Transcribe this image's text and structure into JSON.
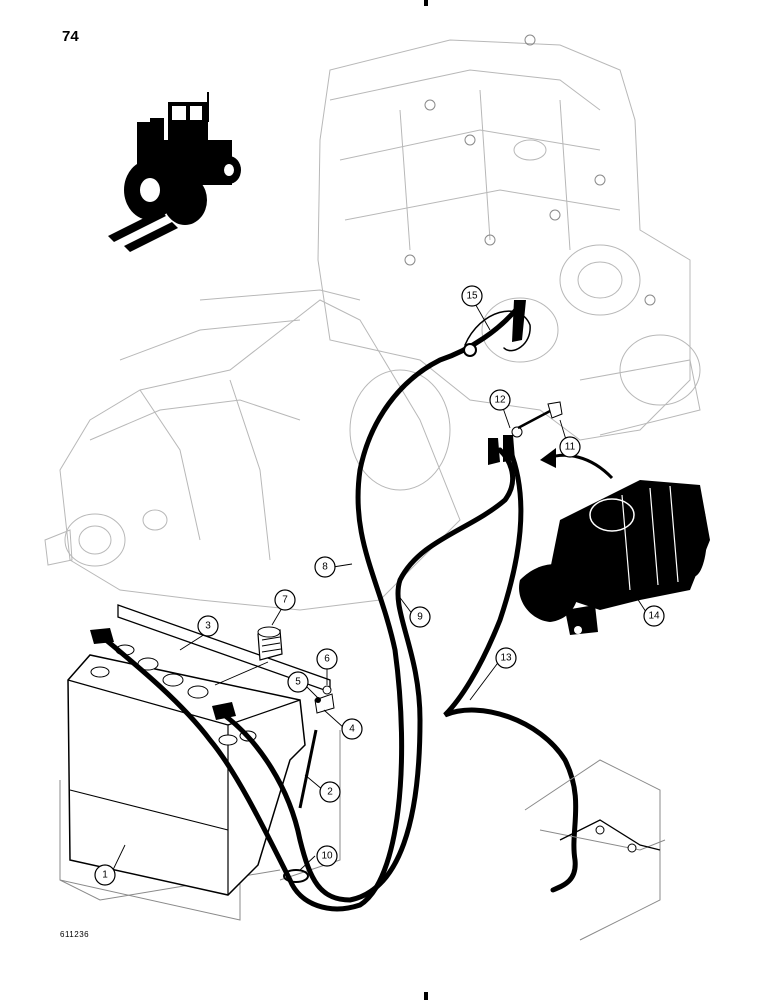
{
  "page": {
    "number": "74",
    "figure_code": "611236"
  },
  "callouts": [
    "1",
    "2",
    "3",
    "4",
    "5",
    "6",
    "7",
    "8",
    "9",
    "10",
    "11",
    "12",
    "13",
    "14",
    "15"
  ],
  "icons": {
    "vehicle": "forklift-silhouette-icon",
    "direction": "curved-arrow-icon"
  }
}
